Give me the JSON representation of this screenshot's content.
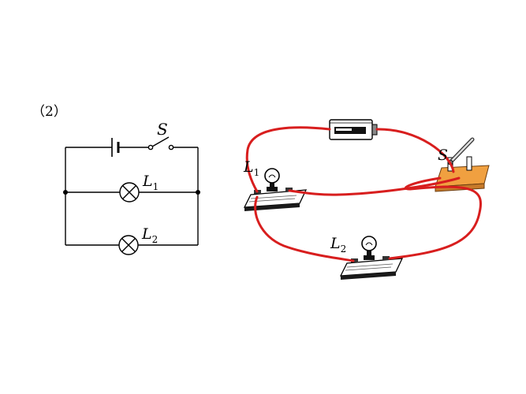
{
  "problem": {
    "label": "（2）"
  },
  "schematic": {
    "switch_label": "S",
    "lamp1": {
      "letter": "L",
      "sub": "1"
    },
    "lamp2": {
      "letter": "L",
      "sub": "2"
    }
  },
  "physical": {
    "switch_label": "S",
    "lamp1": {
      "letter": "L",
      "sub": "1"
    },
    "lamp2": {
      "letter": "L",
      "sub": "2"
    },
    "wire_color": "#d81e1e",
    "switch_base_color": "#f0a040"
  }
}
